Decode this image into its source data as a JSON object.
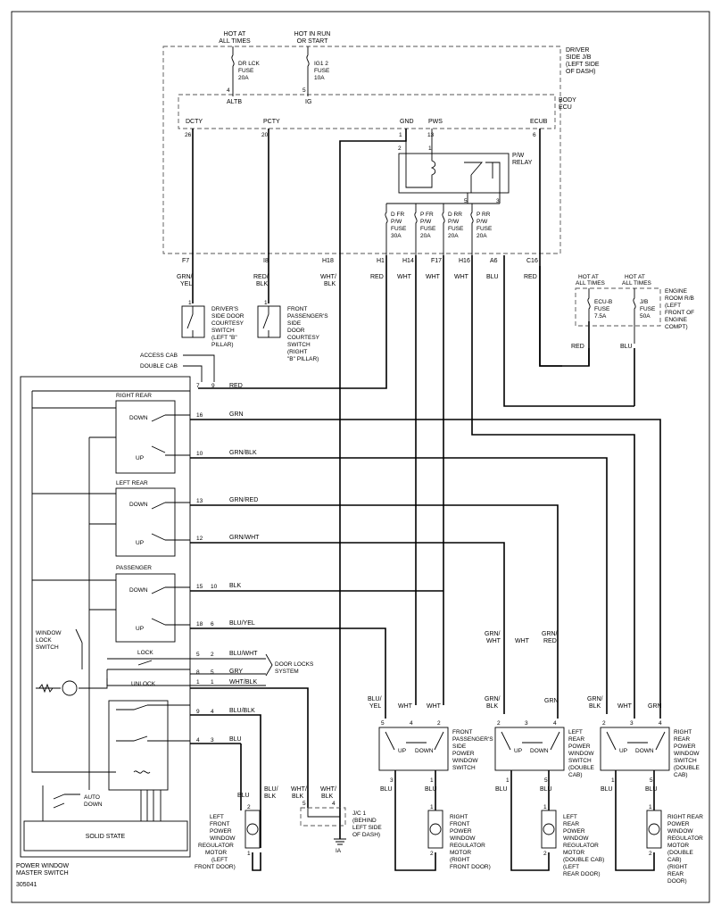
{
  "top": {
    "hot_always_1": "HOT AT",
    "hot_always_2": "ALL TIMES",
    "hot_run_1": "HOT IN RUN",
    "hot_run_2": "OR START",
    "dr_lck_1": "DR LCK",
    "dr_lck_2": "FUSE",
    "dr_lck_3": "20A",
    "ig12_1": "IG1 2",
    "ig12_2": "FUSE",
    "ig12_3": "10A",
    "pin4": "4",
    "pin5": "5",
    "altb": "ALTB",
    "ig": "IG",
    "jb_1": "DRIVER",
    "jb_2": "SIDE J/B",
    "jb_3": "(LEFT SIDE",
    "jb_4": "OF DASH)",
    "ecu_1": "BODY",
    "ecu_2": "ECU"
  },
  "ecu_pins": {
    "dcty": "DCTY",
    "pcty": "PCTY",
    "gnd": "GND",
    "pws": "PWS",
    "ecub": "ECUB",
    "p26": "26",
    "p20": "20",
    "p1": "1",
    "p13": "13",
    "p6": "6"
  },
  "relay": {
    "p2": "2",
    "p1": "1",
    "p5": "5",
    "p3": "3",
    "label_1": "P/W",
    "label_2": "RELAY"
  },
  "fuses": {
    "dfr": [
      "D FR",
      "P/W",
      "FUSE",
      "30A"
    ],
    "pfr": [
      "P FR",
      "P/W",
      "FUSE",
      "20A"
    ],
    "drr": [
      "D RR",
      "P/W",
      "FUSE",
      "20A"
    ],
    "prr": [
      "P RR",
      "P/W",
      "FUSE",
      "20A"
    ]
  },
  "connectors": {
    "f7": "F7",
    "i8": "I8",
    "h18": "H18",
    "h1": "H1",
    "h14": "H14",
    "f17": "F17",
    "h16": "H16",
    "a6": "A6",
    "c16": "C16"
  },
  "wire_colors": {
    "grn_yel_1": "GRN/",
    "grn_yel_2": "YEL",
    "red_blk_1": "RED/",
    "red_blk_2": "BLK",
    "wht_blk_1": "WHT/",
    "wht_blk_2": "BLK",
    "red": "RED",
    "wht": "WHT",
    "blu": "BLU",
    "grn": "GRN",
    "blk": "BLK",
    "grn_blk": "GRN/BLK",
    "grn_red": "GRN/RED",
    "grn_wht": "GRN/WHT",
    "blu_yel": "BLU/YEL",
    "blu_wht": "BLU/WHT",
    "gry": "GRY",
    "wht_blk": "WHT/BLK",
    "blu_blk": "BLU/BLK",
    "grn_slash": "GRN/",
    "wht_word": "WHT",
    "red_word": "RED",
    "blu_slash": "BLU/",
    "yel_word": "YEL",
    "blk_word": "BLK"
  },
  "courtesy": {
    "driver": [
      "DRIVER'S",
      "SIDE DOOR",
      "COURTESY",
      "SWITCH",
      "(LEFT \"B\"",
      "PILLAR)"
    ],
    "passenger": [
      "FRONT",
      "PASSENGER'S",
      "SIDE",
      "DOOR",
      "COURTESY",
      "SWITCH",
      "(RIGHT",
      "\"B\" PILLAR)"
    ],
    "pin1": "1"
  },
  "engine_rb": {
    "hot1": "HOT AT",
    "hot2": "ALL TIMES",
    "ecub": [
      "ECU-B",
      "FUSE",
      "7.5A"
    ],
    "jb": [
      "J/B",
      "FUSE",
      "50A"
    ],
    "label": [
      "ENGINE",
      "ROOM R/B",
      "(LEFT",
      "FRONT OF",
      "ENGINE",
      "COMPT)"
    ]
  },
  "master": {
    "access_cab": "ACCESS CAB",
    "double_cab": "DOUBLE CAB",
    "right_rear": "RIGHT REAR",
    "left_rear": "LEFT REAR",
    "passenger": "PASSENGER",
    "down": "DOWN",
    "up": "UP",
    "window_lock_1": "WINDOW",
    "window_lock_2": "LOCK",
    "window_lock_3": "SWITCH",
    "lock": "LOCK",
    "unlock": "UNLOCK",
    "auto_1": "AUTO",
    "auto_2": "DOWN",
    "solid_state": "SOLID STATE",
    "name_1": "POWER WINDOW",
    "name_2": "MASTER SWITCH",
    "code": "305041",
    "door_locks_1": "DOOR LOCKS",
    "door_locks_2": "SYSTEM"
  },
  "pins": {
    "a7": "7",
    "a9": "9",
    "b16": "16",
    "b10": "10",
    "b13": "13",
    "b12": "12",
    "b15": "15",
    "b10b": "10",
    "b18": "18",
    "b6": "6",
    "b5": "5",
    "b2": "2",
    "b8": "8",
    "b5b": "5",
    "b1": "1",
    "b1b": "1",
    "b9": "9",
    "b4": "4",
    "b4b": "4",
    "b3": "3"
  },
  "jc1": {
    "label": [
      "J/C 1",
      "(BEHIND",
      "LEFT SIDE",
      "OF DASH)"
    ],
    "p5": "5",
    "p4": "4",
    "ground": "IA"
  },
  "switches": {
    "fp": [
      "FRONT",
      "PASSENGER'S",
      "SIDE",
      "POWER",
      "WINDOW",
      "SWITCH"
    ],
    "lr": [
      "LEFT",
      "REAR",
      "POWER",
      "WINDOW",
      "SWITCH",
      "(DOUBLE",
      "CAB)"
    ],
    "rr": [
      "RIGHT",
      "REAR",
      "POWER",
      "WINDOW",
      "SWITCH",
      "(DOUBLE",
      "CAB)"
    ],
    "up": "UP",
    "down": "DOWN",
    "p5": "5",
    "p4": "4",
    "p2": "2",
    "p3": "3",
    "p1": "1"
  },
  "motors": {
    "lf": [
      "LEFT",
      "FRONT",
      "POWER",
      "WINDOW",
      "REGULATOR",
      "MOTOR",
      "(LEFT",
      "FRONT DOOR)"
    ],
    "rf": [
      "RIGHT",
      "FRONT",
      "POWER",
      "WINDOW",
      "REGULATOR",
      "MOTOR",
      "(RIGHT",
      "FRONT DOOR)"
    ],
    "lr": [
      "LEFT",
      "REAR",
      "POWER",
      "WINDOW",
      "REGULATOR",
      "MOTOR",
      "(DOUBLE CAB)",
      "(LEFT",
      "REAR DOOR)"
    ],
    "rr": [
      "RIGHT REAR",
      "POWER",
      "WINDOW",
      "REGULATOR",
      "MOTOR",
      "(DOUBLE",
      "CAB)",
      "(RIGHT",
      "REAR",
      "DOOR)"
    ],
    "p1": "1",
    "p2": "2"
  }
}
